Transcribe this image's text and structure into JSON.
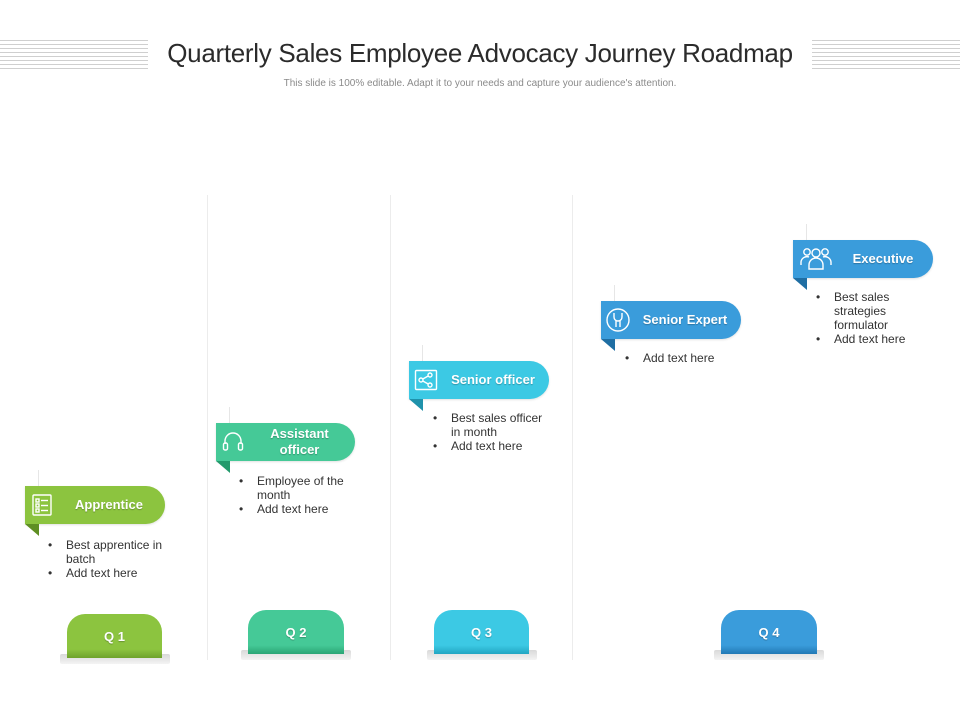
{
  "header": {
    "title": "Quarterly Sales Employee Advocacy Journey Roadmap",
    "subtitle": "This slide is 100% editable. Adapt it to your needs and capture your audience's attention."
  },
  "stages": [
    {
      "label": "Apprentice",
      "icon": "checklist-icon",
      "color": "#8cc43f",
      "dark": "#5f8f23",
      "bullets": [
        "Best apprentice in batch",
        "Add text here"
      ]
    },
    {
      "label": "Assistant officer",
      "icon": "headset-icon",
      "color": "#45c997",
      "dark": "#239a6c",
      "bullets": [
        "Employee of the month",
        "Add text here"
      ]
    },
    {
      "label": "Senior officer",
      "icon": "share-icon",
      "color": "#3cc9e4",
      "dark": "#1f92ab",
      "bullets": [
        "Best sales officer in month",
        "Add text here"
      ]
    },
    {
      "label": "Senior Expert",
      "icon": "wrench-icon",
      "color": "#3a9cdb",
      "dark": "#1f6ea3",
      "bullets": [
        "Add text here"
      ]
    },
    {
      "label": "Executive",
      "icon": "team-icon",
      "color": "#3a9cdb",
      "dark": "#1f6ea3",
      "bullets": [
        "Best sales strategies formulator",
        "Add text here"
      ]
    }
  ],
  "quarters": [
    {
      "label": "Q 1",
      "color": "#8cc43f",
      "dark": "#6ea22b"
    },
    {
      "label": "Q 2",
      "color": "#45c997",
      "dark": "#2aa575"
    },
    {
      "label": "Q 3",
      "color": "#3cc9e4",
      "dark": "#22a6c2"
    },
    {
      "label": "Q 4",
      "color": "#3a9cdb",
      "dark": "#2279b5"
    }
  ]
}
